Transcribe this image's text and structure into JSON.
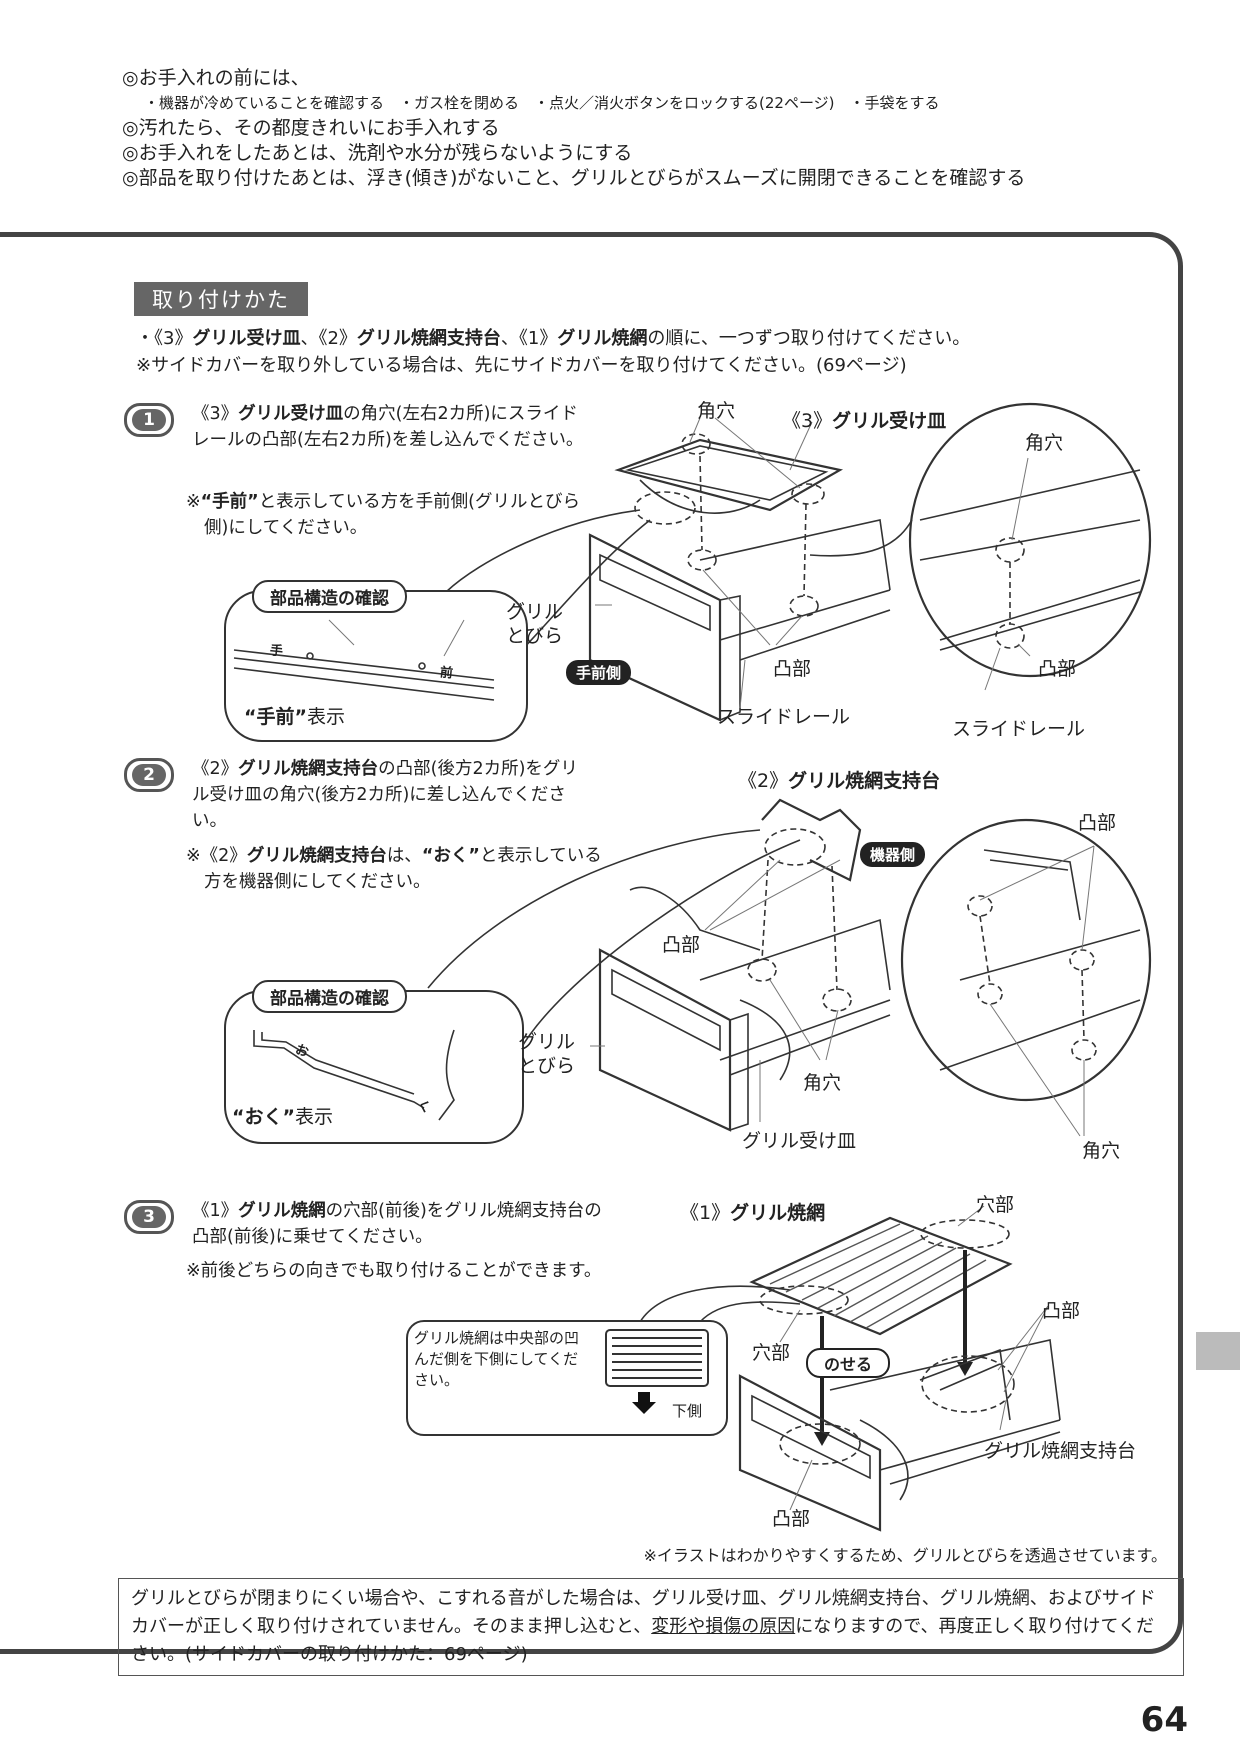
{
  "intro": {
    "line1": "◎お手入れの前には、",
    "line2": "・機器が冷めていることを確認する　・ガス栓を閉める　・点火／消火ボタンをロックする(22ページ)　・手袋をする",
    "line3": "◎汚れたら、その都度きれいにお手入れする",
    "line4": "◎お手入れをしたあとは、洗剤や水分が残らないようにする",
    "line5": "◎部品を取り付けたあとは、浮き(傾き)がないこと、グリルとびらがスムーズに開閉できることを確認する"
  },
  "section": {
    "title": "取り付けかた",
    "lead1_pre": "・《3》",
    "lead1_b1": "グリル受け皿",
    "lead1_m1": "、《2》",
    "lead1_b2": "グリル焼網支持台",
    "lead1_m2": "、《1》",
    "lead1_b3": "グリル焼網",
    "lead1_post": "の順に、一つずつ取り付けてください。",
    "lead2": "※サイドカバーを取り外している場合は、先にサイドカバーを取り付けてください。(69ページ)"
  },
  "step1": {
    "num": "1",
    "t_pre": "《3》",
    "t_b": "グリル受け皿",
    "t_post": "の角穴(左右2カ所)にスライドレールの凸部(左右2カ所)を差し込んでください。",
    "note_pre": "※",
    "note_b": "“手前”",
    "note_post": "と表示している方を手前側(グリルとびら側)にしてください。",
    "check_title": "部品構造の確認",
    "check_caption_b": "“手前”",
    "check_caption": "表示",
    "mark1": "手",
    "mark2": "前",
    "labels": {
      "kakuana_top": "角穴",
      "part_pre": "《3》",
      "part_b": "グリル受け皿",
      "kakuana_zoom": "角穴",
      "door": "グリル\nとびら",
      "door1": "グリル",
      "door2": "とびら",
      "front_side": "手前側",
      "totsubu": "凸部",
      "totsubu_zoom": "凸部",
      "rail": "スライドレール",
      "rail_zoom": "スライドレール"
    }
  },
  "step2": {
    "num": "2",
    "t_pre": "《2》",
    "t_b": "グリル焼網支持台",
    "t_post": "の凸部(後方2カ所)をグリル受け皿の角穴(後方2カ所)に差し込んでください。",
    "note_pre": "※《2》",
    "note_b": "グリル焼網支持台",
    "note_m": "は、",
    "note_b2": "“おく”",
    "note_post": "と表示している方を機器側にしてください。",
    "check_title": "部品構造の確認",
    "check_caption_b": "“おく”",
    "check_caption": "表示",
    "mark1": "お",
    "mark2": "く",
    "labels": {
      "part_pre": "《2》",
      "part_b": "グリル焼網支持台",
      "totsubu_zoom": "凸部",
      "device_side": "機器側",
      "totsubu": "凸部",
      "door1": "グリル",
      "door2": "とびら",
      "kakuana": "角穴",
      "tray": "グリル受け皿",
      "kakuana_zoom": "角穴"
    }
  },
  "step3": {
    "num": "3",
    "t_pre": "《1》",
    "t_b": "グリル焼網",
    "t_post": "の穴部(前後)をグリル焼網支持台の凸部(前後)に乗せてください。",
    "note": "※前後どちらの向きでも取り付けることができます。",
    "inset_text": "グリル焼網は中央部の凹んだ側を下側にしてください。",
    "inset_down": "下側",
    "labels": {
      "part_pre": "《1》",
      "part_b": "グリル焼網",
      "anabu_top": "穴部",
      "anabu_left": "穴部",
      "noseru": "のせる",
      "totsubu_right": "凸部",
      "support": "グリル焼網支持台",
      "totsubu_bottom": "凸部"
    }
  },
  "footnote": "※イラストはわかりやすくするため、グリルとびらを透過させています。",
  "warning": {
    "pre": "グリルとびらが閉まりにくい場合や、こすれる音がした場合は、グリル受け皿、グリル焼網支持台、グリル焼網、およびサイドカバーが正しく取り付けされていません。そのまま押し込むと、",
    "u": "変形や損傷の原因",
    "post": "になりますので、再度正しく取り付けてください。(サイドカバーの取り付けかた：69ページ)"
  },
  "page_number": "64"
}
